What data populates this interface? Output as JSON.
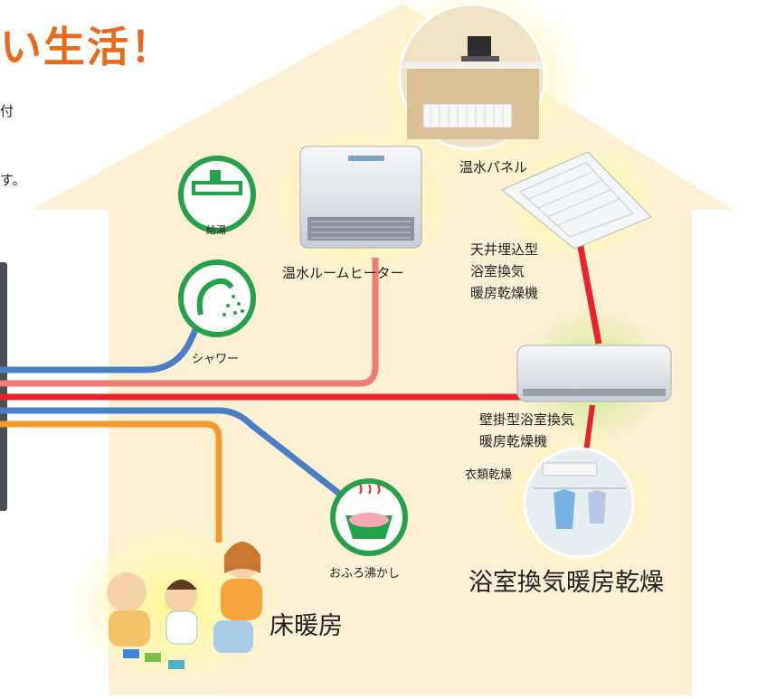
{
  "header": {
    "headline": "い生活！",
    "line1": "付",
    "line2": "す。"
  },
  "labels": {
    "onsui_panel": "温水パネル",
    "ceiling_1": "天井埋込型",
    "ceiling_2": "浴室換気",
    "ceiling_3": "暖房乾燥機",
    "room_heater": "温水ルームヒーター",
    "kyuto": "給湯",
    "shower": "シャワー",
    "wall_1": "壁掛型浴室換気",
    "wall_2": "暖房乾燥機",
    "clothes_dry": "衣類乾燥",
    "ofuro": "おふろ沸かし",
    "bath_dry": "浴室換気暖房乾燥",
    "floor_heat": "床暖房"
  },
  "colors": {
    "house": "#fdf0d4",
    "pipe_blue": "#4a7fc6",
    "pipe_red": "#e8232c",
    "pipe_pink": "#f07b72",
    "pipe_orange": "#f39a2a",
    "icon_green": "#23a24a",
    "headline": "#ea6a1c"
  }
}
